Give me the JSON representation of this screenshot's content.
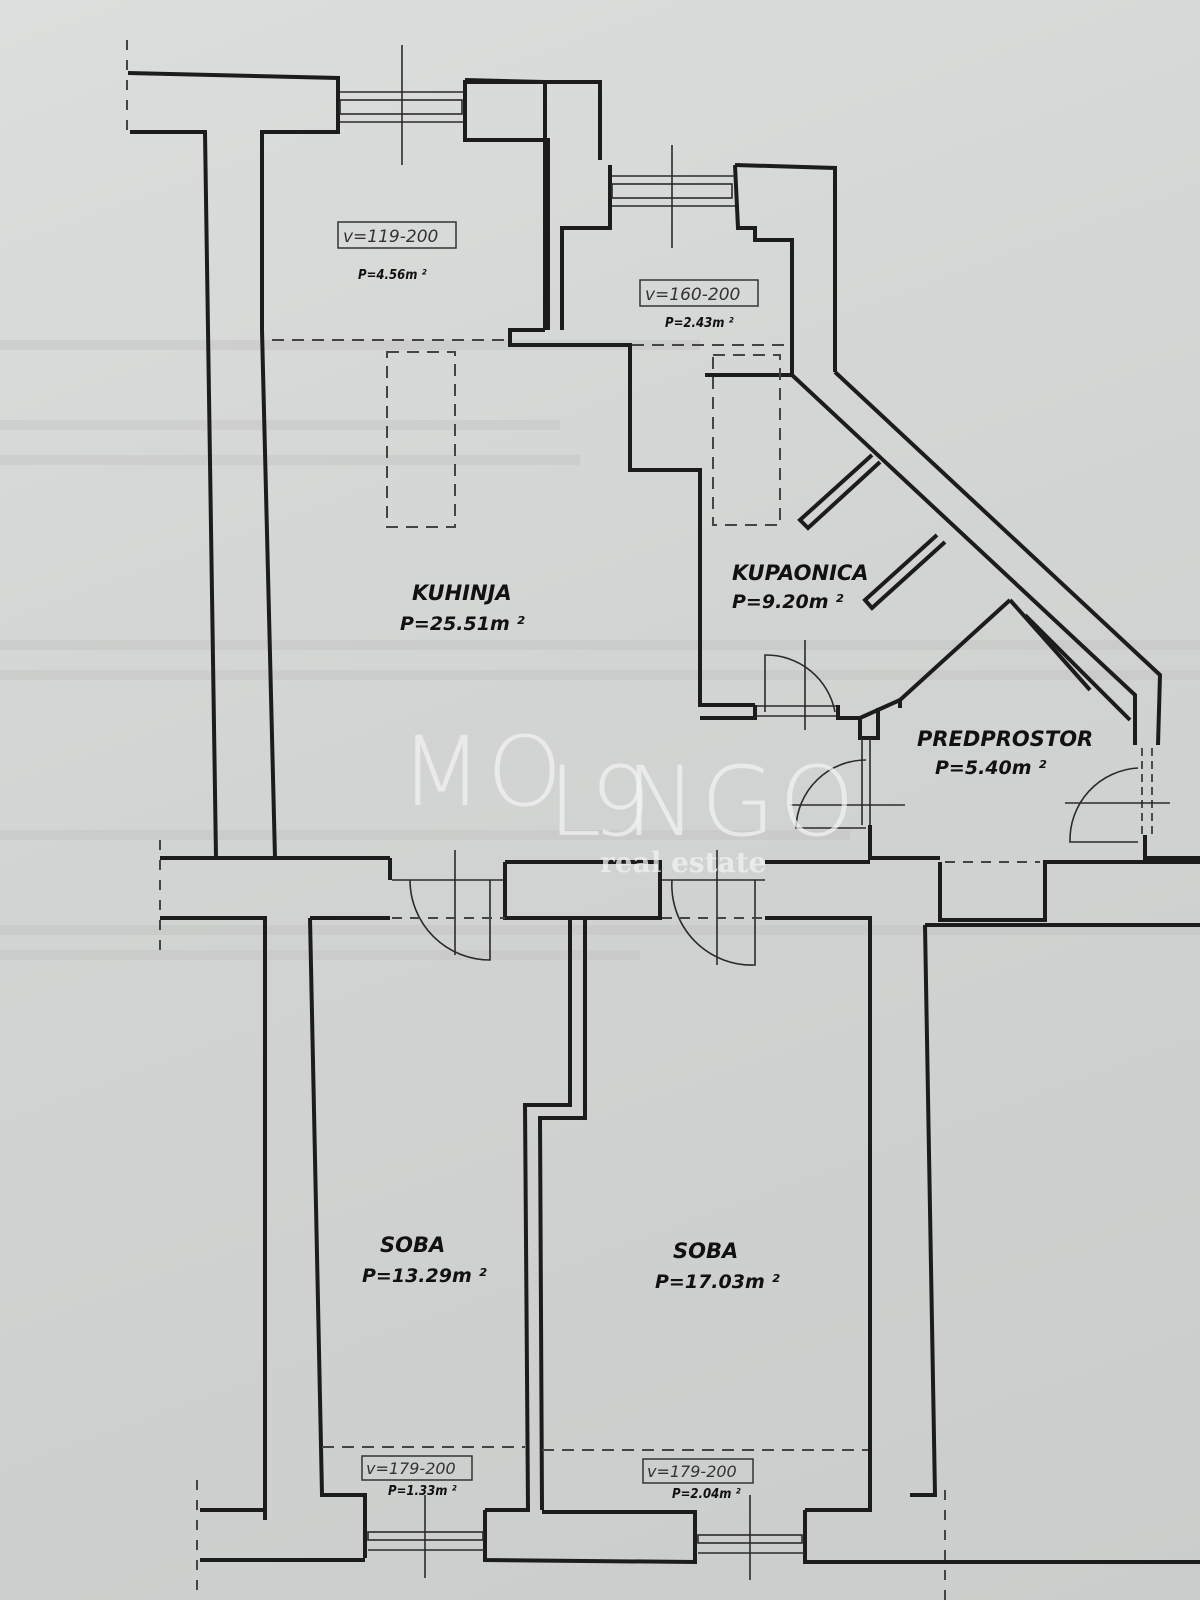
{
  "plan": {
    "rooms": [
      {
        "id": "balcony_kitchen",
        "area": "P=4.56m ²",
        "height_label": "v=119-200"
      },
      {
        "id": "balcony_bath",
        "area": "P=2.43m ²",
        "height_label": "v=160-200"
      },
      {
        "id": "kitchen",
        "name": "KUHINJA",
        "area": "P=25.51m ²"
      },
      {
        "id": "bathroom",
        "name": "KUPAONICA",
        "area": "P=9.20m ²"
      },
      {
        "id": "hallway",
        "name": "PREDPROSTOR",
        "area": "P=5.40m ²"
      },
      {
        "id": "room_left",
        "name": "SOBA",
        "area": "P=13.29m ²"
      },
      {
        "id": "room_right",
        "name": "SOBA",
        "area": "P=17.03m ²"
      },
      {
        "id": "niche_left",
        "area": "P=1.33m ²",
        "height_label": "v=179-200"
      },
      {
        "id": "niche_right",
        "area": "P=2.04m ²",
        "height_label": "v=179-200"
      }
    ]
  },
  "watermark": {
    "brand": "MOLONGO",
    "brand_left": "MO",
    "brand_mid": "L",
    "brand_nine": "9",
    "brand_right": "NGO",
    "tagline": "real estate"
  }
}
